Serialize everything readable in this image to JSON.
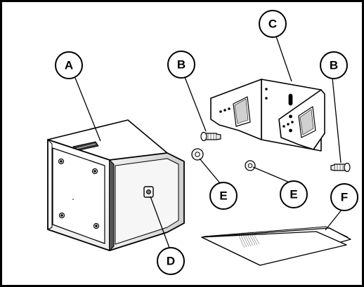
{
  "callouts": {
    "a": "A",
    "b_left": "B",
    "b_right": "B",
    "c": "C",
    "d": "D",
    "e_left": "E",
    "e_right": "E",
    "f": "F"
  },
  "parts": {
    "a": "speaker-cabinet",
    "b": "mounting-bolt",
    "c": "wall-bracket",
    "d": "mounting-insert",
    "e": "washer",
    "f": "documentation-sheets"
  },
  "colors": {
    "line": "#000000",
    "fill": "#ffffff",
    "shade_light": "#d8d8d8",
    "shade_mid": "#a8a8a8",
    "shade_dark": "#555555"
  }
}
